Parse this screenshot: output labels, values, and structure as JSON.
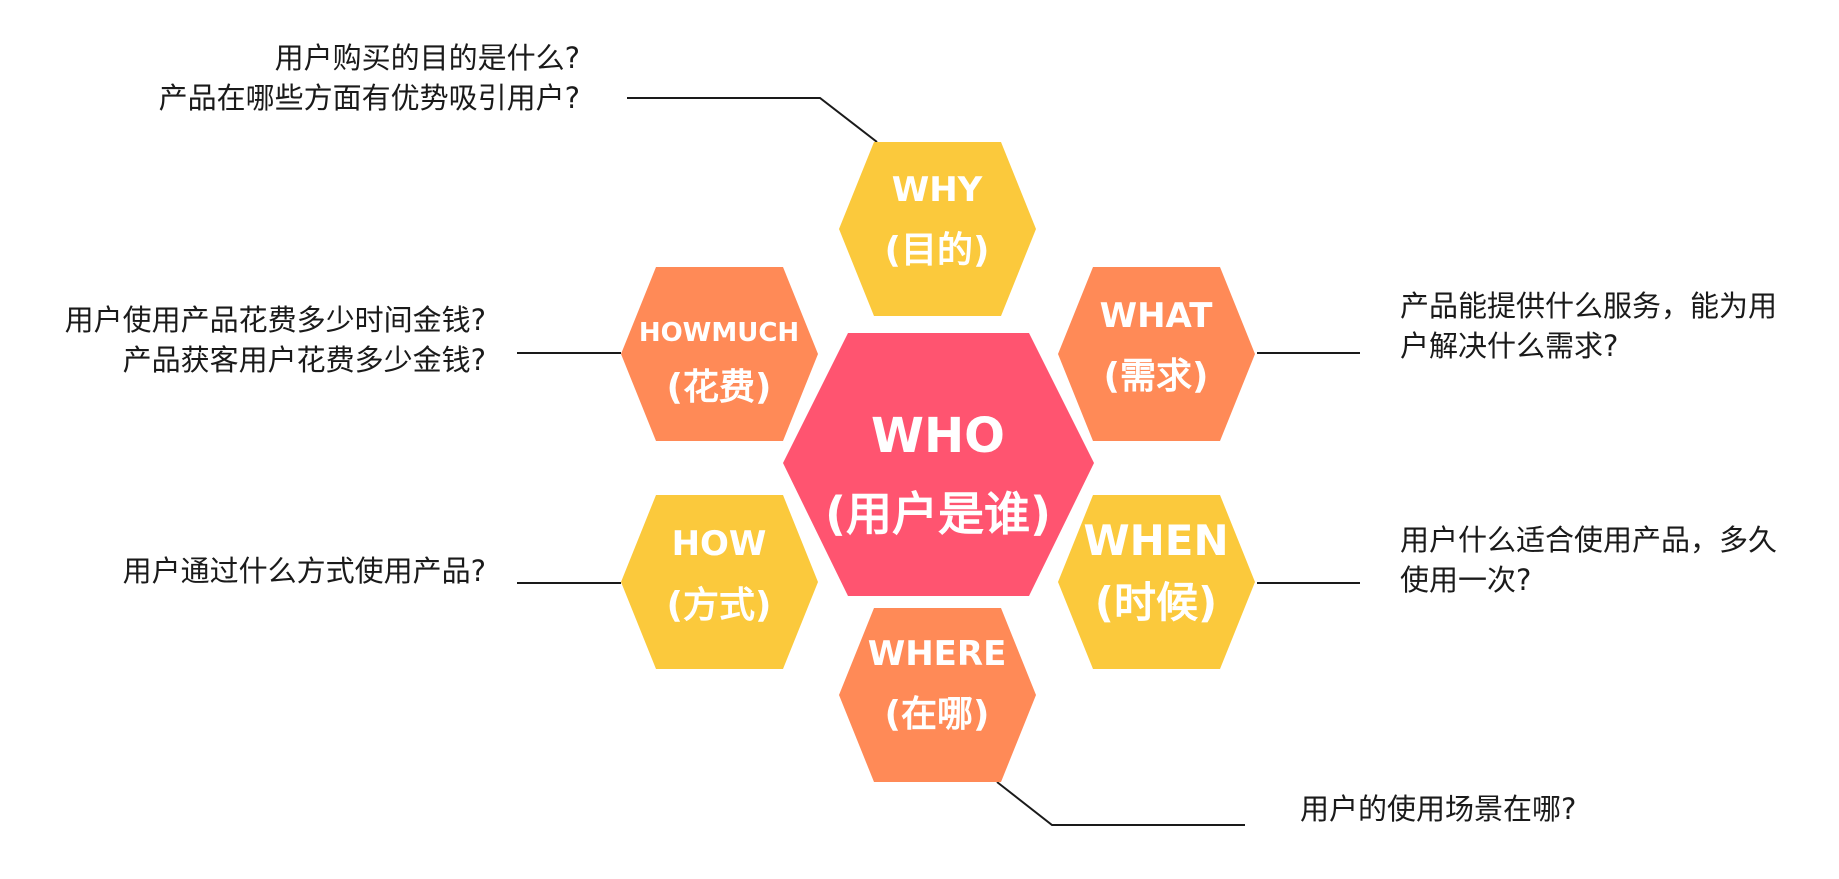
{
  "colors": {
    "center": "#FF5470",
    "yellow": "#FBC93C",
    "orange": "#FF8A57",
    "line": "#1a1a1a"
  },
  "center": {
    "line1": "WHO",
    "line2": "(用户是谁)"
  },
  "hexes": {
    "why": {
      "line1": "WHY",
      "line2": "(目的)"
    },
    "howmuch": {
      "line1": "HOWMUCH",
      "line2": "(花费)"
    },
    "what": {
      "line1": "WHAT",
      "line2": "(需求)"
    },
    "how": {
      "line1": "HOW",
      "line2": "(方式)"
    },
    "when": {
      "line1": "WHEN",
      "line2": "(时候)"
    },
    "where": {
      "line1": "WHERE",
      "line2": "(在哪)"
    }
  },
  "questions": {
    "why": [
      "用户购买的目的是什么?",
      "产品在哪些方面有优势吸引用户?"
    ],
    "howmuch": [
      "用户使用产品花费多少时间金钱?",
      "产品获客用户花费多少金钱?"
    ],
    "what": [
      "产品能提供什么服务，能为用",
      "户解决什么需求?"
    ],
    "how": [
      "用户通过什么方式使用产品?"
    ],
    "when": [
      "用户什么适合使用产品，多久",
      "使用一次?"
    ],
    "where": [
      "用户的使用场景在哪?"
    ]
  }
}
